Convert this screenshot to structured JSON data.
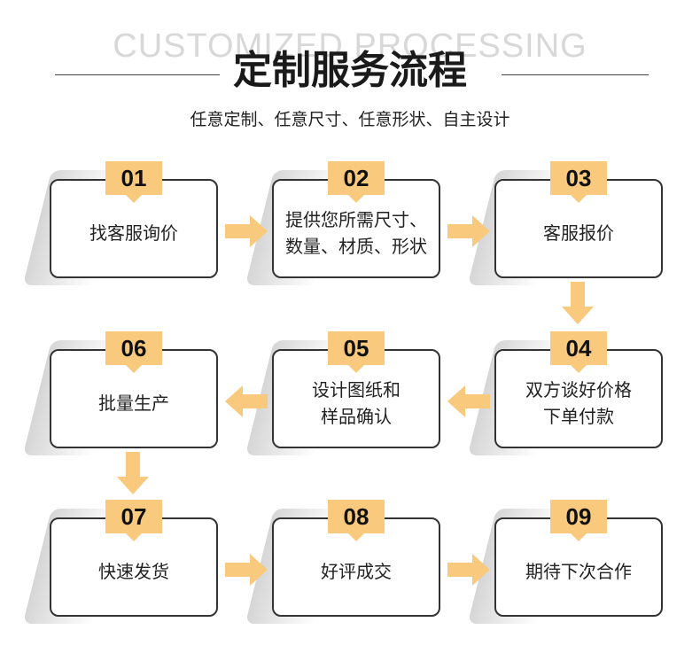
{
  "header": {
    "bg_title": "CUSTOMIZED PROCESSING",
    "title": "定制服务流程",
    "subtitle": "任意定制、任意尺寸、任意形状、自主设计"
  },
  "steps": [
    {
      "num": "01",
      "label": "找客服询价"
    },
    {
      "num": "02",
      "label": "提供您所需尺寸、\n数量、材质、形状"
    },
    {
      "num": "03",
      "label": "客服报价"
    },
    {
      "num": "04",
      "label": "双方谈好价格\n下单付款"
    },
    {
      "num": "05",
      "label": "设计图纸和\n样品确认"
    },
    {
      "num": "06",
      "label": "批量生产"
    },
    {
      "num": "07",
      "label": "快速发货"
    },
    {
      "num": "08",
      "label": "好评成交"
    },
    {
      "num": "09",
      "label": "期待下次合作"
    }
  ],
  "colors": {
    "accent": "#f9c97e",
    "border": "#333333",
    "text": "#222222"
  }
}
